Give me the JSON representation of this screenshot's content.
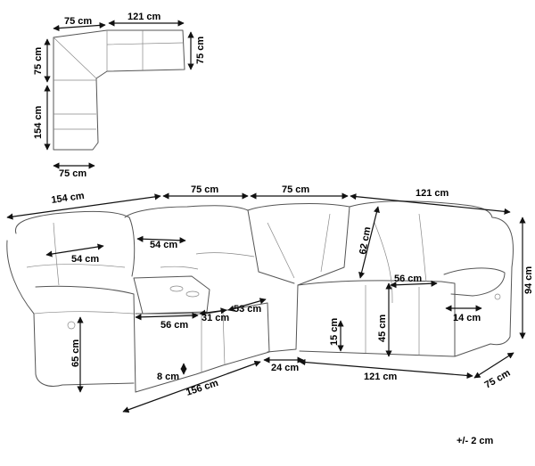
{
  "diagram": {
    "plan_view": {
      "top_left_width": "75 cm",
      "top_right_width": "121 cm",
      "right_depth": "75 cm",
      "left_top_depth": "75 cm",
      "left_length": "154 cm",
      "bottom_width": "75 cm"
    },
    "perspective_view": {
      "section_154": "154 cm",
      "corner_75_a": "75 cm",
      "corner_75_b": "75 cm",
      "section_121": "121 cm",
      "total_height": "94 cm",
      "backrest_height": "62 cm",
      "back_width_54_a": "54 cm",
      "back_width_54_b": "54 cm",
      "arm_length": "56 cm",
      "seat_width_56": "56 cm",
      "console_width": "31 cm",
      "seat_width_53": "53 cm",
      "arm_width": "14 cm",
      "seat_height_45": "45 cm",
      "seat_height_65": "65 cm",
      "footrest_gap": "15 cm",
      "foot_height": "8 cm",
      "base_depth": "24 cm",
      "front_length_156": "156 cm",
      "front_length_121": "121 cm",
      "right_depth": "75 cm"
    },
    "tolerance": "+/- 2 cm"
  }
}
